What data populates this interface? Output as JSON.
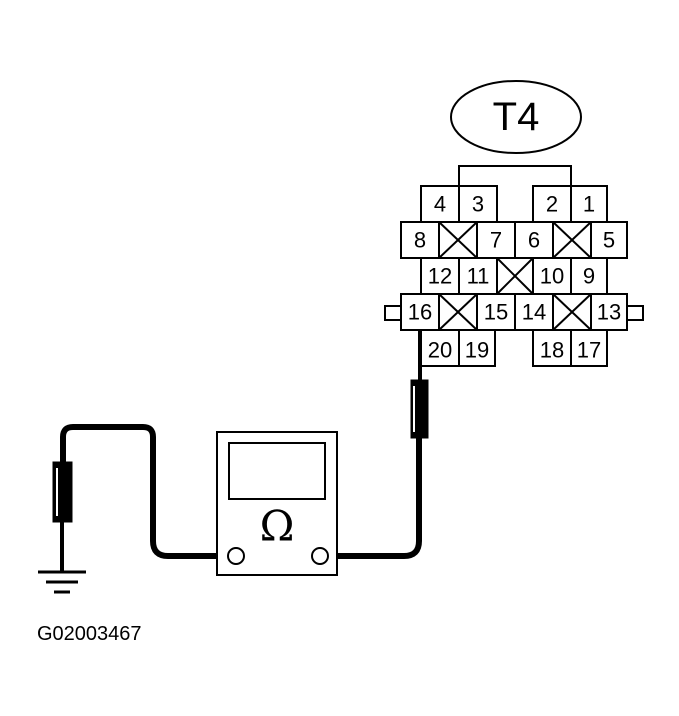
{
  "connector": {
    "title": "T4",
    "pins": {
      "p1": "1",
      "p2": "2",
      "p3": "3",
      "p4": "4",
      "p5": "5",
      "p6": "6",
      "p7": "7",
      "p8": "8",
      "p9": "9",
      "p10": "10",
      "p11": "11",
      "p12": "12",
      "p13": "13",
      "p14": "14",
      "p15": "15",
      "p16": "16",
      "p17": "17",
      "p18": "18",
      "p19": "19",
      "p20": "20"
    }
  },
  "meter": {
    "symbol": "Ω"
  },
  "figure_code": "G02003467"
}
